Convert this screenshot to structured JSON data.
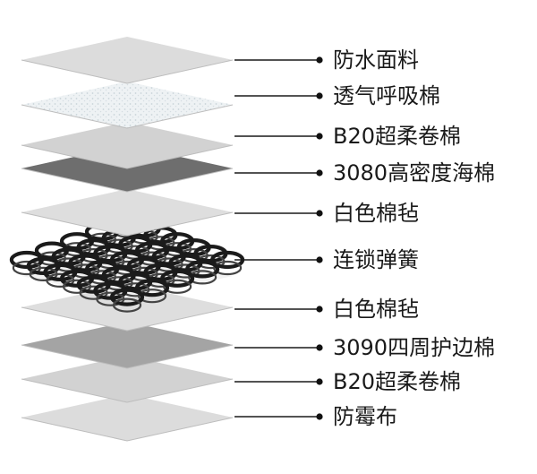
{
  "layers": [
    {
      "label": "防水面料",
      "color": "#dcdcdc",
      "kind": "fabric"
    },
    {
      "label": "透气呼吸棉",
      "color": "#eef2f4",
      "kind": "breathable"
    },
    {
      "label": "B20超柔卷棉",
      "color": "#d2d2d2",
      "kind": "fabric"
    },
    {
      "label": "3080高密度海棉",
      "color": "#6e6e6e",
      "kind": "foam"
    },
    {
      "label": "白色棉毡",
      "color": "#dedede",
      "kind": "fabric"
    },
    {
      "label": "连锁弹簧",
      "color": "#1b1b1b",
      "kind": "springs"
    },
    {
      "label": "白色棉毡",
      "color": "#dedede",
      "kind": "fabric"
    },
    {
      "label": "3090四周护边棉",
      "color": "#a4a4a4",
      "kind": "foam"
    },
    {
      "label": "B20超柔卷棉",
      "color": "#d2d2d2",
      "kind": "fabric"
    },
    {
      "label": "防霉布",
      "color": "#dcdcdc",
      "kind": "fabric"
    }
  ]
}
